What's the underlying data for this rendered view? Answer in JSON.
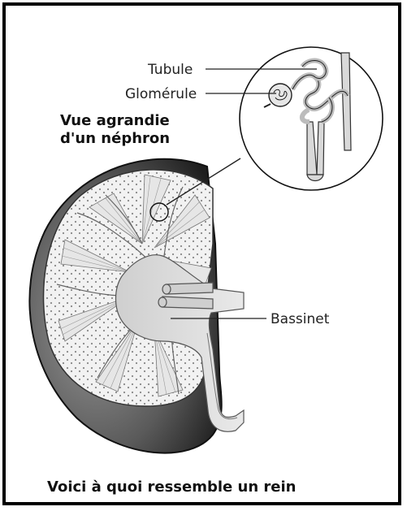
{
  "labels": {
    "tubule": "Tubule",
    "glomerule": "Glomérule",
    "bassinet": "Bassinet"
  },
  "inset_title": {
    "line1": "Vue agrandie",
    "line2": "d'un néphron"
  },
  "caption": "Voici à quoi ressemble un rein",
  "colors": {
    "frame": "#000000",
    "cortex_dark": "#4a4a4a",
    "medulla_light": "#e8e8e8",
    "pelvis": "#d6d6d6",
    "line": "#333333"
  }
}
